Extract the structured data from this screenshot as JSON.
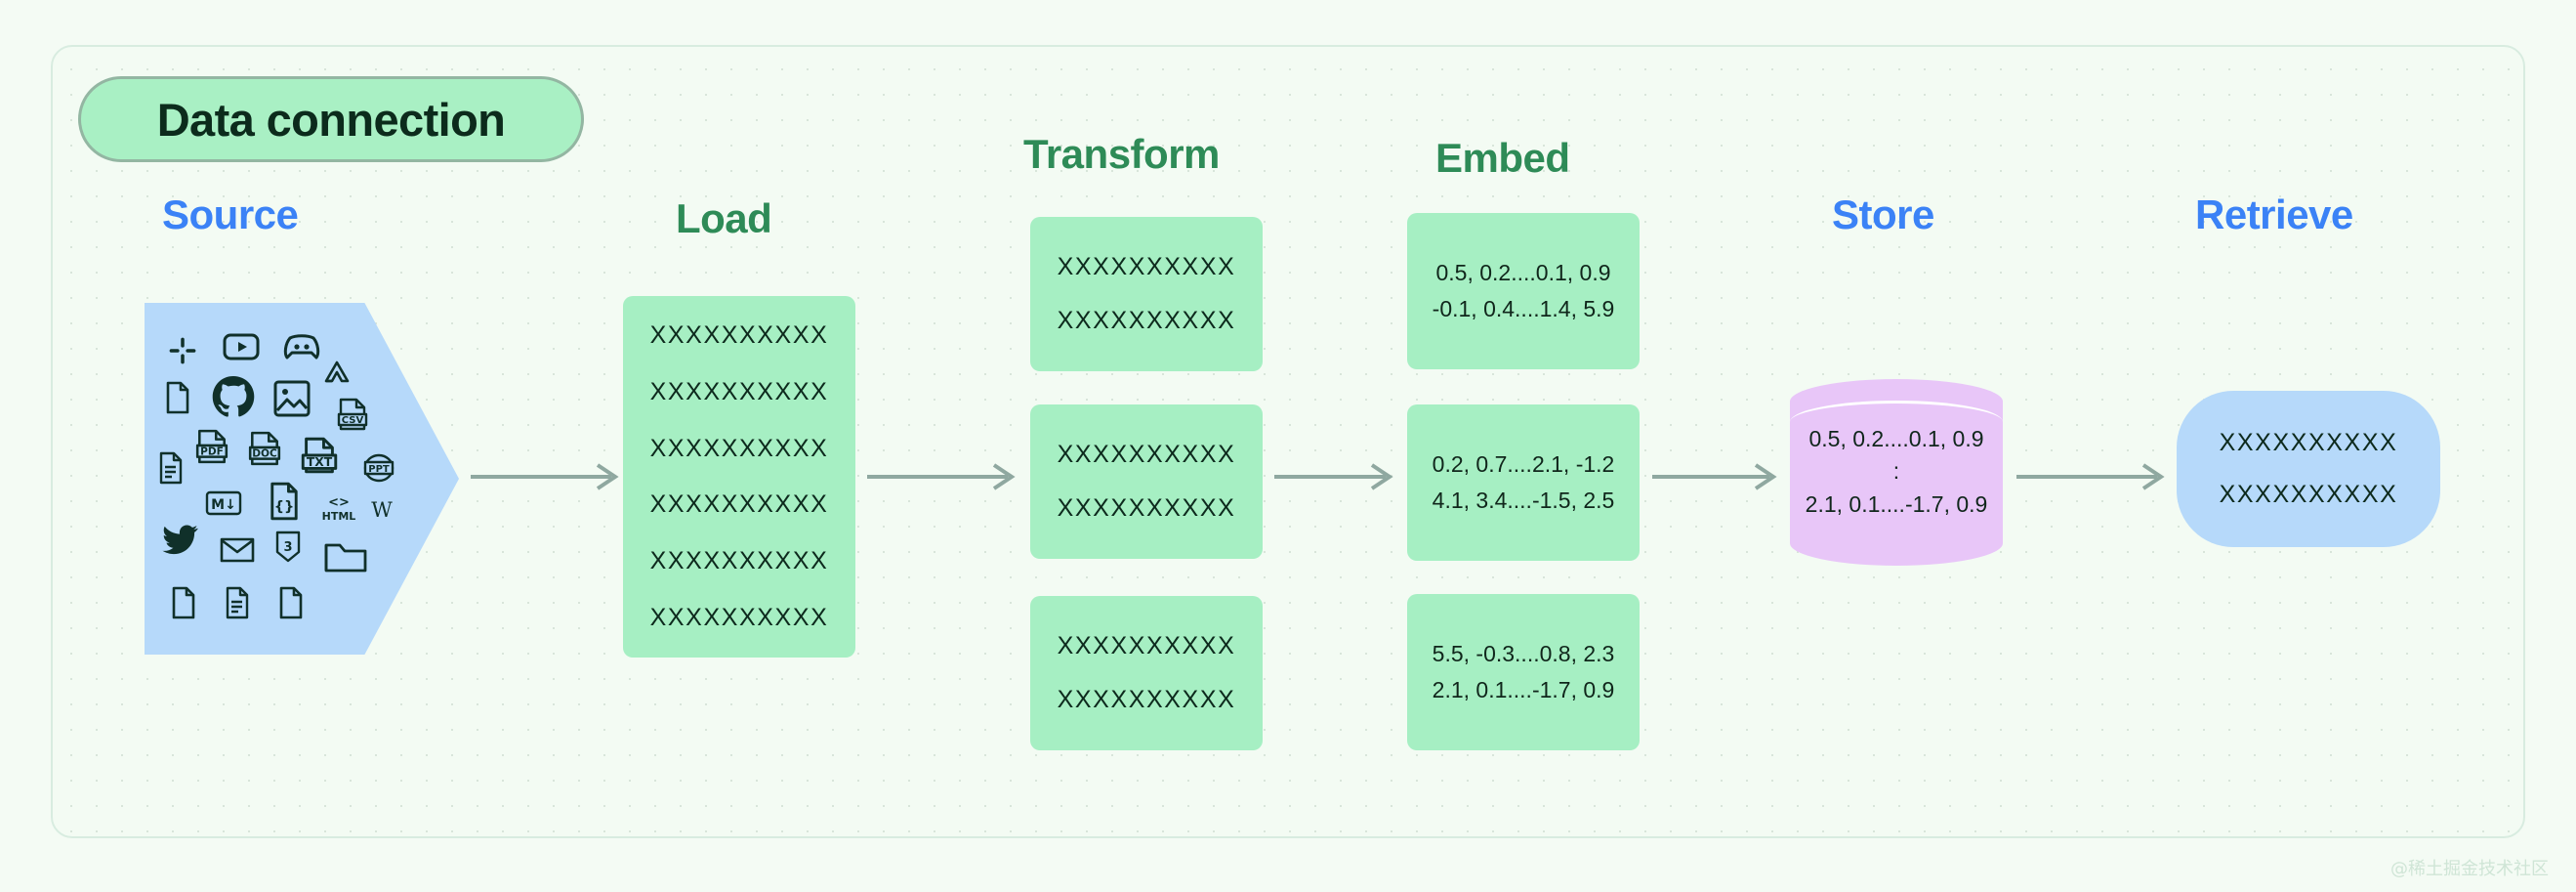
{
  "badge": {
    "label": "Data connection"
  },
  "headings": {
    "source": {
      "label": "Source",
      "color": "#3b82f6"
    },
    "load": {
      "label": "Load",
      "color": "#2e8b57"
    },
    "transform": {
      "label": "Transform",
      "color": "#2e8b57"
    },
    "embed": {
      "label": "Embed",
      "color": "#2e8b57"
    },
    "store": {
      "label": "Store",
      "color": "#3b82f6"
    },
    "retrieve": {
      "label": "Retrieve",
      "color": "#3b82f6"
    }
  },
  "source": {
    "fill": "#b6d9fa",
    "icons": [
      "slack-icon",
      "youtube-icon",
      "discord-icon",
      "file-icon",
      "github-icon",
      "image-icon",
      "google-drive-icon",
      "csv-file-icon",
      "document-lines-icon",
      "pdf-file-icon",
      "doc-file-icon",
      "txt-file-icon",
      "ppt-file-icon",
      "markdown-icon",
      "code-file-icon",
      "html-icon",
      "wikipedia-icon",
      "twitter-icon",
      "email-icon",
      "css3-icon",
      "folder-icon",
      "file-icon-2",
      "document-lines-icon-2",
      "file-icon-3"
    ]
  },
  "load": {
    "fill": "#a6efc3",
    "rows": [
      "XXXXXXXXXX",
      "XXXXXXXXXX",
      "XXXXXXXXXX",
      "XXXXXXXXXX",
      "XXXXXXXXXX",
      "XXXXXXXXXX"
    ]
  },
  "transform": {
    "fill": "#a6efc3",
    "blocks": [
      {
        "rows": [
          "XXXXXXXXXX",
          "XXXXXXXXXX"
        ]
      },
      {
        "rows": [
          "XXXXXXXXXX",
          "XXXXXXXXXX"
        ]
      },
      {
        "rows": [
          "XXXXXXXXXX",
          "XXXXXXXXXX"
        ]
      }
    ]
  },
  "embed": {
    "fill": "#a6efc3",
    "blocks": [
      {
        "rows": [
          "0.5, 0.2....0.1, 0.9",
          "-0.1, 0.4....1.4, 5.9"
        ]
      },
      {
        "rows": [
          "0.2, 0.7....2.1, -1.2",
          "4.1, 3.4....-1.5, 2.5"
        ]
      },
      {
        "rows": [
          "5.5, -0.3....0.8, 2.3",
          "2.1, 0.1....-1.7, 0.9"
        ]
      }
    ]
  },
  "store": {
    "fill": "#e8c6f8",
    "rows": [
      "0.5, 0.2....0.1, 0.9",
      ":",
      "2.1, 0.1....-1.7, 0.9"
    ]
  },
  "retrieve": {
    "fill": "#b6d9fa",
    "rows": [
      "XXXXXXXXXX",
      "XXXXXXXXXX"
    ]
  },
  "arrows": {
    "color": "#8fa8a0",
    "count": 5
  },
  "watermark": {
    "text": "@稀土掘金技术社区"
  }
}
